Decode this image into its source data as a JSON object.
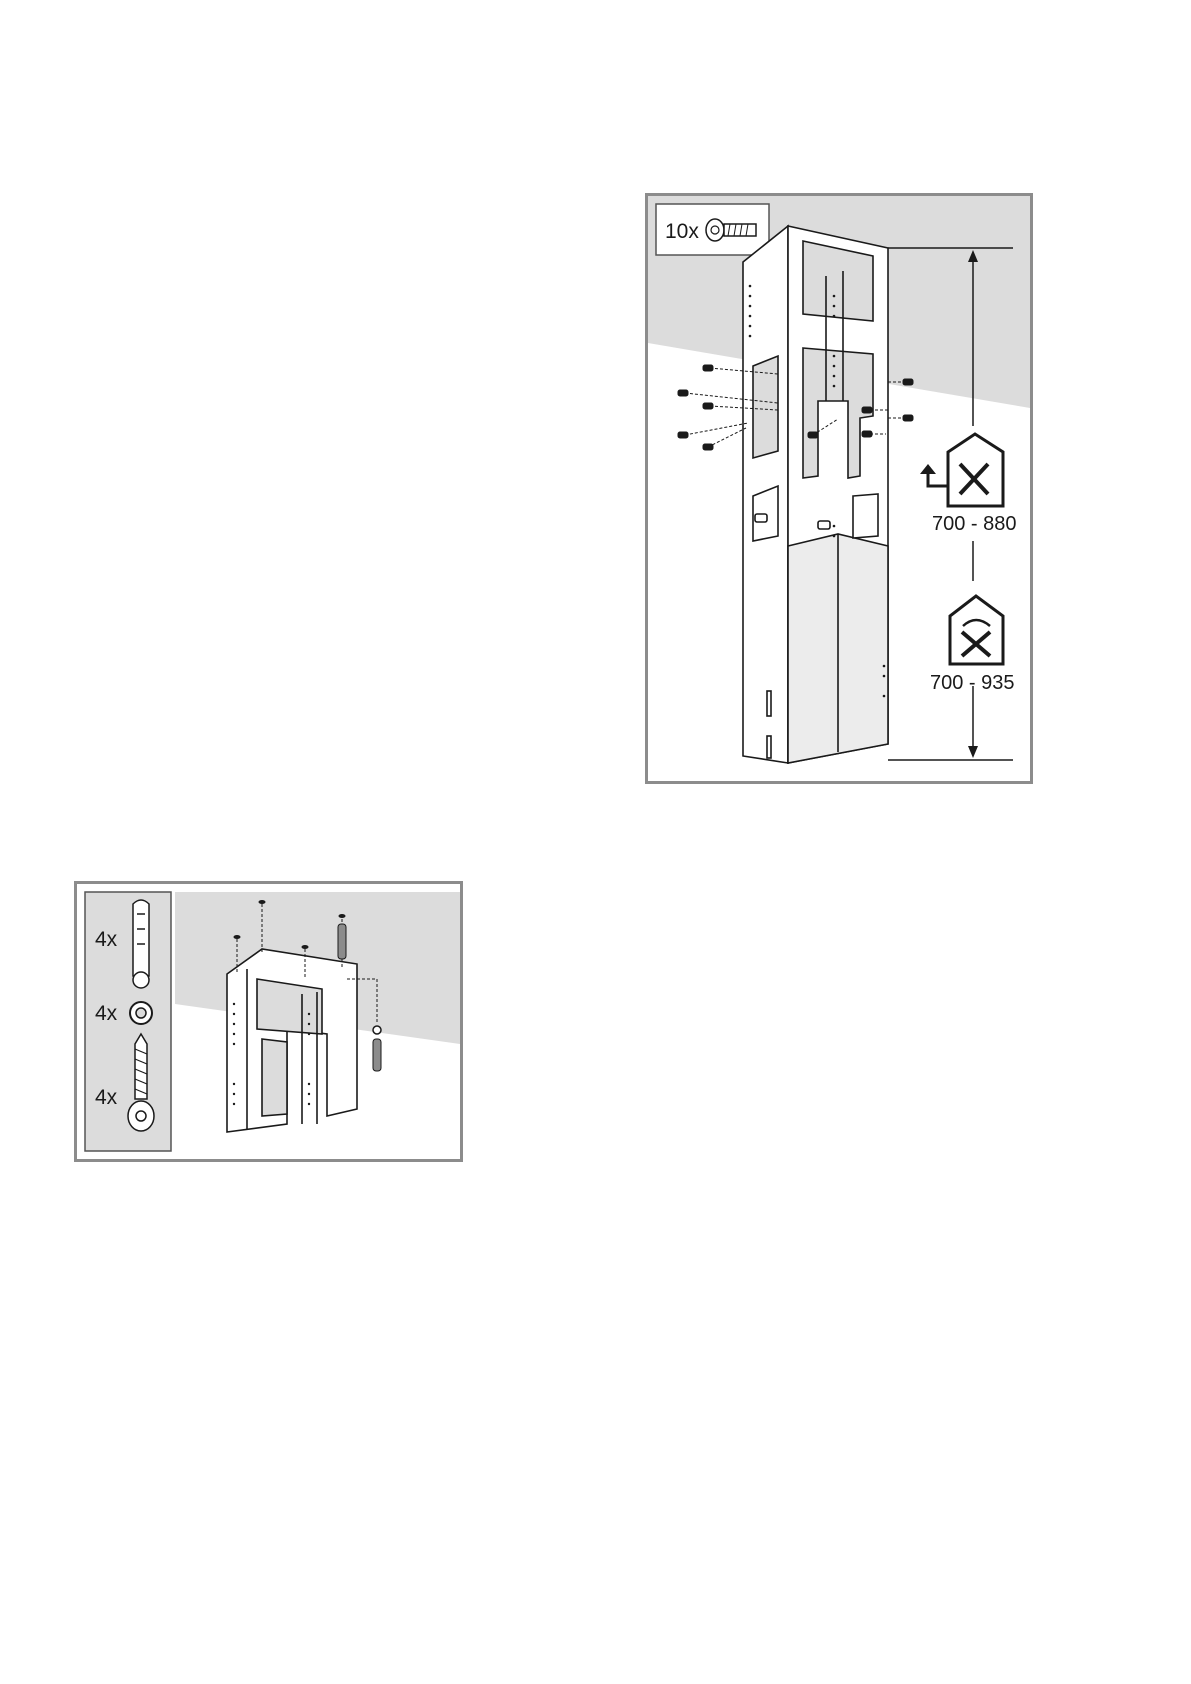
{
  "tower_figure": {
    "screw_count_label": "10x",
    "icon_names": [
      "torx-screw-icon",
      "air-extraction-mode-icon",
      "air-recirculation-mode-icon"
    ],
    "extraction_range": "700 - 880",
    "recirculation_range": "700 - 935"
  },
  "bracket_figure": {
    "wall_plug_count": "4x",
    "washer_count": "4x",
    "screw_count": "4x",
    "icon_names": [
      "wall-plug-icon",
      "washer-icon",
      "long-screw-icon"
    ]
  },
  "colors": {
    "wall_gray": "#dcdcdc",
    "frame_border": "#8c8c8c",
    "line": "#1a1a1a"
  }
}
